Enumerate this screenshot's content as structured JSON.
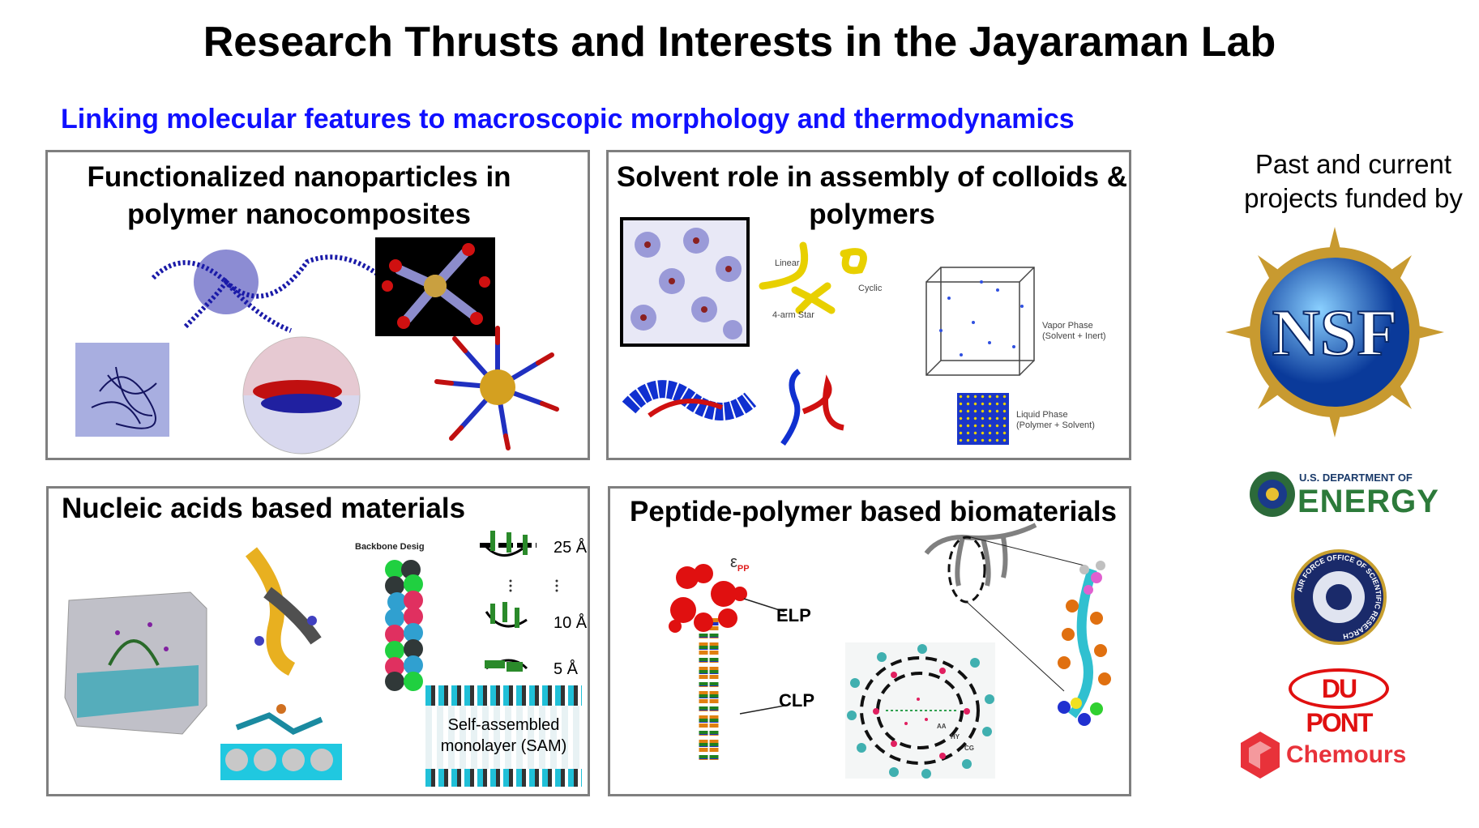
{
  "title": "Research Thrusts and Interests in the Jayaraman Lab",
  "subtitle": "Linking molecular features to macroscopic morphology and thermodynamics",
  "panels": {
    "nanoparticles": {
      "title_line1": "Functionalized nanoparticles in",
      "title_line2": "polymer nanocomposites"
    },
    "solvent": {
      "title_line1": "Solvent role in assembly of colloids &",
      "title_line2": "polymers",
      "labels": {
        "linear": "Linear",
        "cyclic": "Cyclic",
        "star": "4-arm Star",
        "vapor1": "Vapor Phase",
        "vapor2": "(Solvent + Inert)",
        "liquid1": "Liquid Phase",
        "liquid2": "(Polymer + Solvent)"
      }
    },
    "nucleic": {
      "title": "Nucleic acids based materials",
      "labels": {
        "backbone": "Backbone Desig",
        "d25": "25 Å",
        "d10": "10 Å",
        "d5": "5 Å",
        "sam1": "Self-assembled",
        "sam2": "monolayer (SAM)"
      }
    },
    "peptide": {
      "title": "Peptide-polymer based biomaterials",
      "labels": {
        "epsilon": "ε",
        "pp": "PP",
        "elp": "ELP",
        "clp": "CLP",
        "aa": "AA",
        "hy": "HY",
        "cg": "CG"
      }
    }
  },
  "funding": {
    "heading_line1": "Past and current",
    "heading_line2": "projects funded by",
    "logos": {
      "nsf": "NSF",
      "doe_small": "U.S. DEPARTMENT OF",
      "doe_big": "ENERGY",
      "afosr": "AIR FORCE OFFICE OF SCIENTIFIC RESEARCH",
      "dupont": "DU PONT",
      "chemours": "Chemours"
    }
  },
  "colors": {
    "subtitle": "#1010ff",
    "panel_border": "#7f7f7f"
  }
}
